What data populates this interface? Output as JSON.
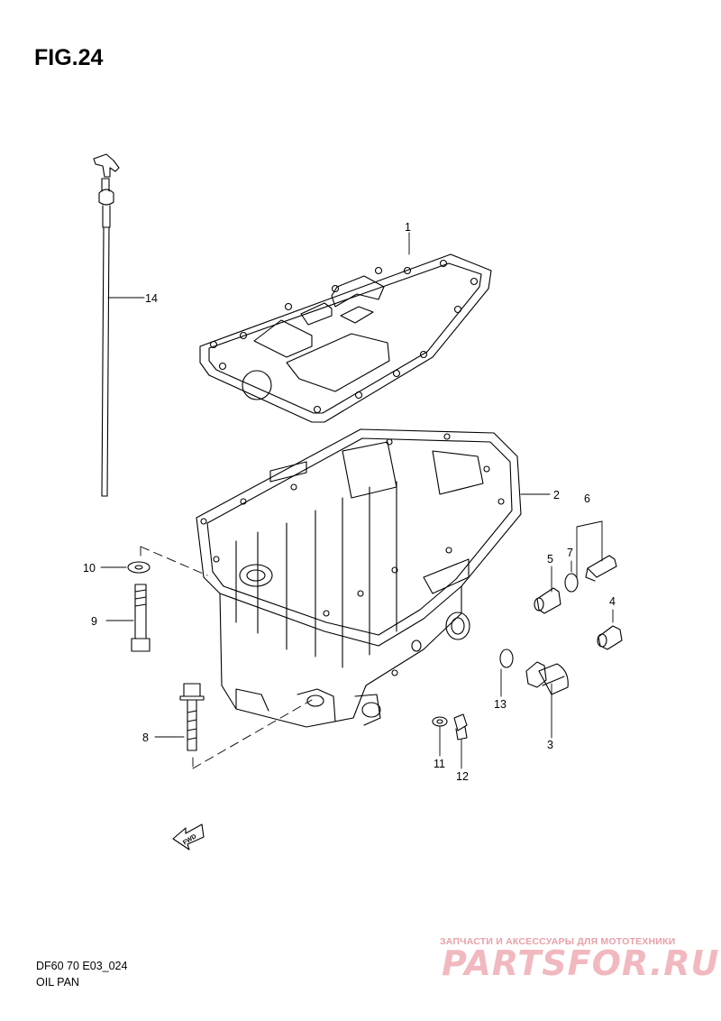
{
  "figure": {
    "title": "FIG.24"
  },
  "callouts": {
    "c1": "1",
    "c2": "2",
    "c3": "3",
    "c4": "4",
    "c5": "5",
    "c6": "6",
    "c7": "7",
    "c8": "8",
    "c9": "9",
    "c10": "10",
    "c11": "11",
    "c12": "12",
    "c13": "13",
    "c14": "14"
  },
  "fwd": {
    "label": "FWD"
  },
  "footer": {
    "code": "DF60 70 E03_024",
    "name": "OIL PAN"
  },
  "watermark": {
    "tagline": "ЗАПЧАСТИ И АКСЕССУАРЫ ДЛЯ МОТОТЕХНИКИ",
    "logo": "PARTSFOR.RU"
  },
  "colors": {
    "line": "#000000",
    "watermark": "#f1b9bf"
  }
}
